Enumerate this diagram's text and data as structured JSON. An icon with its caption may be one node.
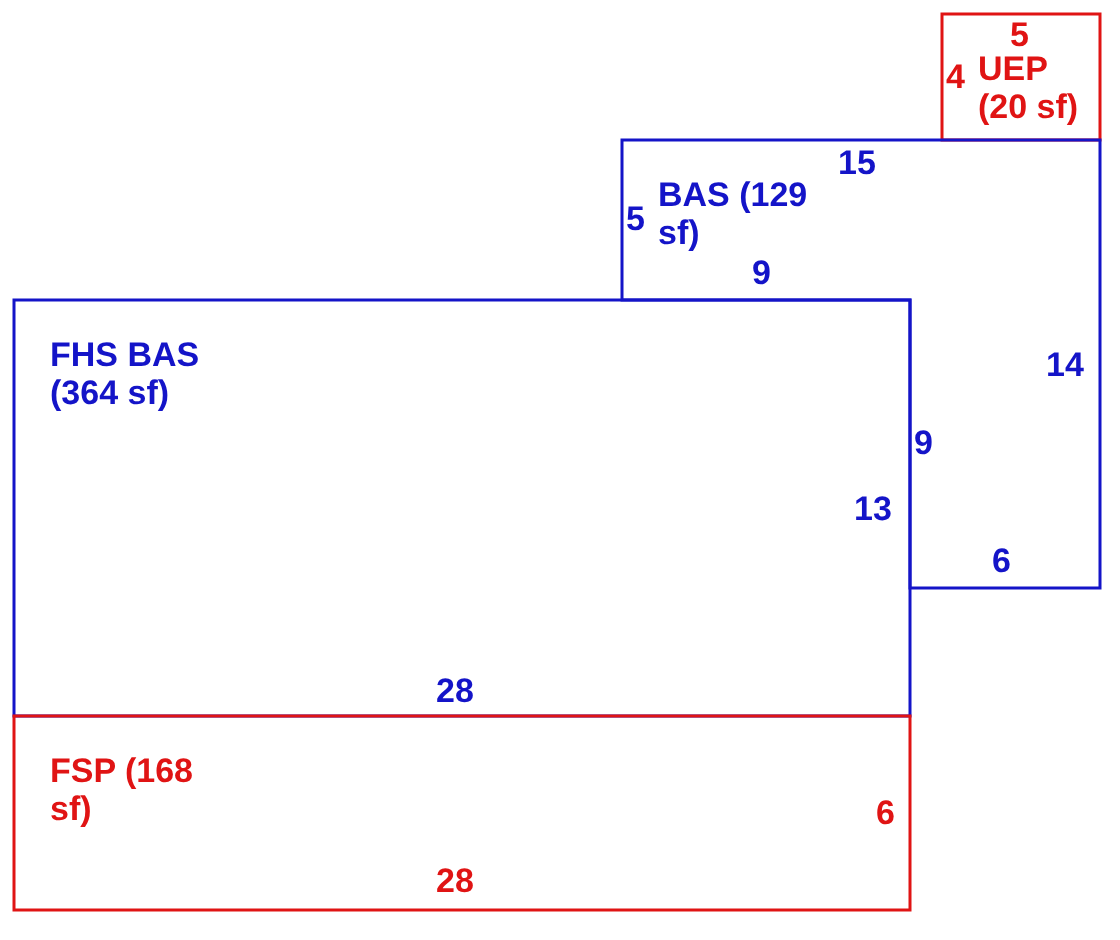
{
  "diagram": {
    "nodes": [
      {
        "text": [
          "UEP (20 sf)"
        ]
      },
      {
        "text": [
          "BAS (129 sf)"
        ]
      },
      {
        "text": [
          "FHS BAS (364 sf)"
        ]
      },
      {
        "text": [
          "FSP (168 sf)"
        ]
      }
    ],
    "labels": [
      "4",
      "5",
      "15",
      "5",
      "9",
      "14",
      "9",
      "13",
      "6",
      "28",
      "6",
      "28"
    ]
  }
}
